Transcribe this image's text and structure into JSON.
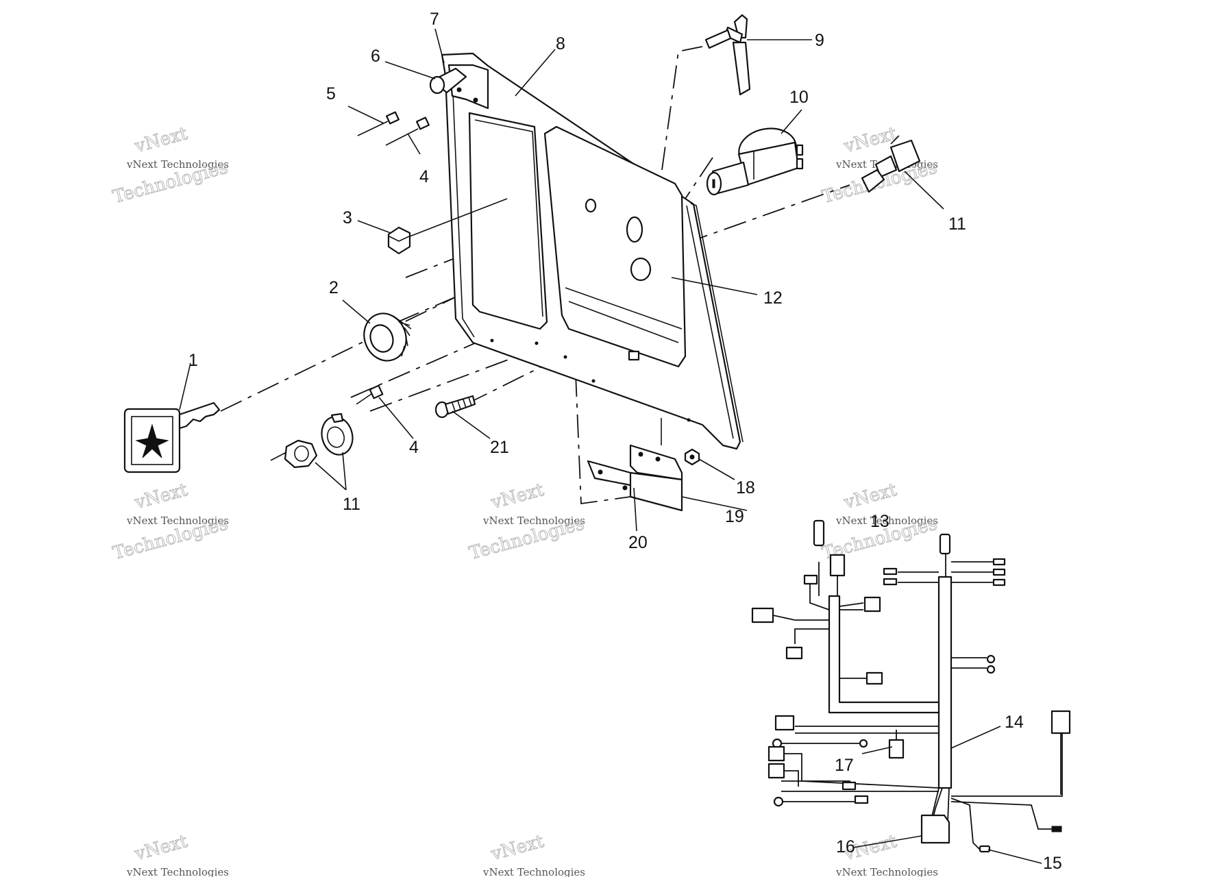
{
  "callouts": [
    {
      "id": "1",
      "text": "1"
    },
    {
      "id": "2",
      "text": "2"
    },
    {
      "id": "3",
      "text": "3"
    },
    {
      "id": "4a",
      "text": "4"
    },
    {
      "id": "4b",
      "text": "4"
    },
    {
      "id": "5",
      "text": "5"
    },
    {
      "id": "6",
      "text": "6"
    },
    {
      "id": "7",
      "text": "7"
    },
    {
      "id": "8",
      "text": "8"
    },
    {
      "id": "9",
      "text": "9"
    },
    {
      "id": "10",
      "text": "10"
    },
    {
      "id": "11a",
      "text": "11"
    },
    {
      "id": "11b",
      "text": "11"
    },
    {
      "id": "12",
      "text": "12"
    },
    {
      "id": "13",
      "text": "13"
    },
    {
      "id": "14",
      "text": "14"
    },
    {
      "id": "15",
      "text": "15"
    },
    {
      "id": "16",
      "text": "16"
    },
    {
      "id": "17",
      "text": "17"
    },
    {
      "id": "18",
      "text": "18"
    },
    {
      "id": "19",
      "text": "19"
    },
    {
      "id": "20",
      "text": "20"
    },
    {
      "id": "21",
      "text": "21"
    }
  ],
  "watermark": {
    "line1": "vNext Technologies",
    "line2": "vNext",
    "line3": "Technologies"
  }
}
